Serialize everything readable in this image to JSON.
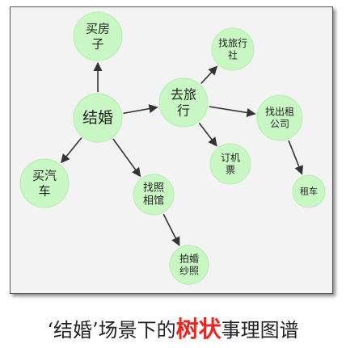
{
  "diagram": {
    "nodes": [
      {
        "id": "jiehun",
        "lines": [
          "结婚"
        ]
      },
      {
        "id": "maifangzi",
        "lines": [
          "买房",
          "子"
        ]
      },
      {
        "id": "maiqiche",
        "lines": [
          "买汽",
          "车"
        ]
      },
      {
        "id": "zhaozhaoxiangguan",
        "lines": [
          "找照",
          "相馆"
        ]
      },
      {
        "id": "paihunshazhao",
        "lines": [
          "拍婚",
          "纱照"
        ]
      },
      {
        "id": "qulvxing",
        "lines": [
          "去旅",
          "行"
        ]
      },
      {
        "id": "zhaolvxingshe",
        "lines": [
          "找旅行",
          "社"
        ]
      },
      {
        "id": "dingjipiao",
        "lines": [
          "订机",
          "票"
        ]
      },
      {
        "id": "zhaochuzugongsi",
        "lines": [
          "找出租",
          "公司"
        ]
      },
      {
        "id": "zuche",
        "lines": [
          "租车"
        ]
      }
    ],
    "edges": [
      {
        "from": "jiehun",
        "to": "maifangzi"
      },
      {
        "from": "jiehun",
        "to": "maiqiche"
      },
      {
        "from": "jiehun",
        "to": "zhaozhaoxiangguan"
      },
      {
        "from": "jiehun",
        "to": "qulvxing"
      },
      {
        "from": "zhaozhaoxiangguan",
        "to": "paihunshazhao"
      },
      {
        "from": "qulvxing",
        "to": "zhaolvxingshe"
      },
      {
        "from": "qulvxing",
        "to": "dingjipiao"
      },
      {
        "from": "qulvxing",
        "to": "zhaochuzugongsi"
      },
      {
        "from": "zhaochuzugongsi",
        "to": "zuche"
      }
    ],
    "colors": {
      "node_fill": "#c9f7c4",
      "edge": "#333333",
      "highlight": "#e8251f"
    }
  },
  "caption": {
    "prefix": "‘结婚’场景下的",
    "highlight": "树状",
    "suffix": "事理图谱"
  }
}
